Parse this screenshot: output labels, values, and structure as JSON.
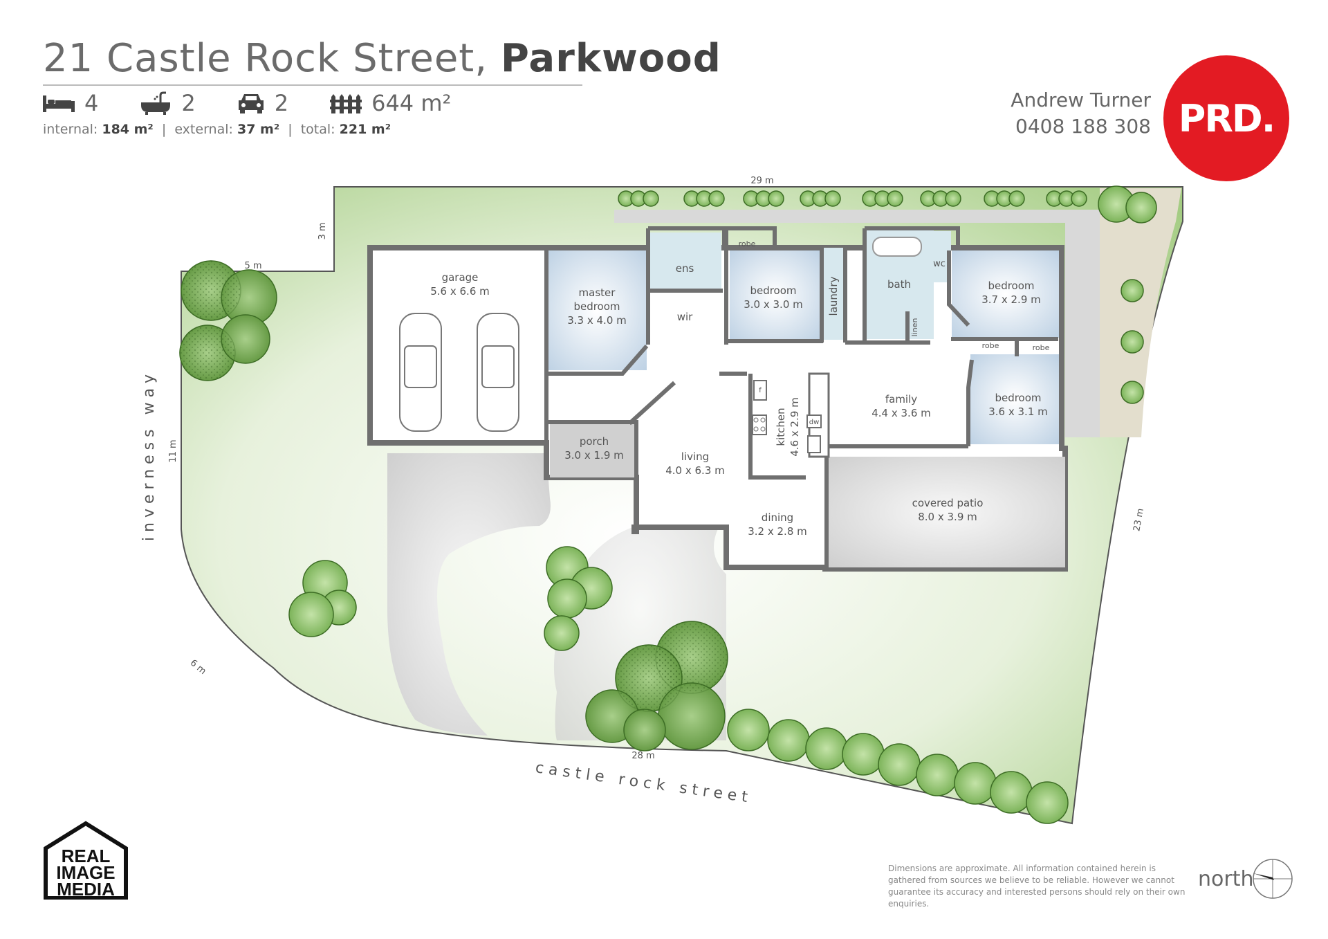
{
  "header": {
    "address": "21 Castle Rock Street,",
    "suburb": "Parkwood",
    "beds": "4",
    "baths": "2",
    "cars": "2",
    "land": "644 m²",
    "internal_label": "internal:",
    "internal": "184 m²",
    "external_label": "external:",
    "external": "37 m²",
    "total_label": "total:",
    "total": "221 m²"
  },
  "agent": {
    "name": "Andrew Turner",
    "phone": "0408 188 308",
    "brand": "PRD."
  },
  "streets": {
    "side": "inverness way",
    "front": "castle rock street"
  },
  "boundaries": {
    "top": "29 m",
    "left_step": "3 m",
    "left_top": "5 m",
    "left": "11 m",
    "corner": "6 m",
    "bottom": "28 m",
    "right": "23 m"
  },
  "rooms": {
    "garage": {
      "name": "garage",
      "size": "5.6 x 6.6 m"
    },
    "master": {
      "name": "master",
      "name2": "bedroom",
      "size": "3.3 x 4.0 m"
    },
    "ens": {
      "name": "ens"
    },
    "wir": {
      "name": "wir"
    },
    "robe1": {
      "name": "robe"
    },
    "bed2": {
      "name": "bedroom",
      "size": "3.0 x 3.0 m"
    },
    "laundry": {
      "name": "laundry"
    },
    "bath": {
      "name": "bath"
    },
    "wc": {
      "name": "wc"
    },
    "linen": {
      "name": "linen"
    },
    "bed3": {
      "name": "bedroom",
      "size": "3.7 x 2.9 m"
    },
    "robe2": {
      "name": "robe"
    },
    "robe3": {
      "name": "robe"
    },
    "bed4": {
      "name": "bedroom",
      "size": "3.6 x 3.1 m"
    },
    "family": {
      "name": "family",
      "size": "4.4 x 3.6 m"
    },
    "kitchen": {
      "name": "kitchen",
      "size": "4.6 x 2.9 m"
    },
    "f": {
      "name": "f"
    },
    "dw": {
      "name": "dw"
    },
    "porch": {
      "name": "porch",
      "size": "3.0 x 1.9 m"
    },
    "living": {
      "name": "living",
      "size": "4.0 x 6.3 m"
    },
    "dining": {
      "name": "dining",
      "size": "3.2 x 2.8 m"
    },
    "patio": {
      "name": "covered patio",
      "size": "8.0 x 3.9 m"
    }
  },
  "footer": {
    "logo_line1": "REAL",
    "logo_line2": "IMAGE",
    "logo_line3": "MEDIA",
    "disclaimer": "Dimensions are approximate.  All information contained herein is gathered from sources we believe to be reliable.  However we cannot guarantee its accuracy and interested persons should rely on their own enquiries.",
    "north": "north"
  },
  "colors": {
    "lawn": "#a9cf89",
    "driveway": "#dcdcdc",
    "room_blue": "#cdddeb",
    "wall": "#6f6f6f",
    "brand_red": "#e31b23"
  }
}
